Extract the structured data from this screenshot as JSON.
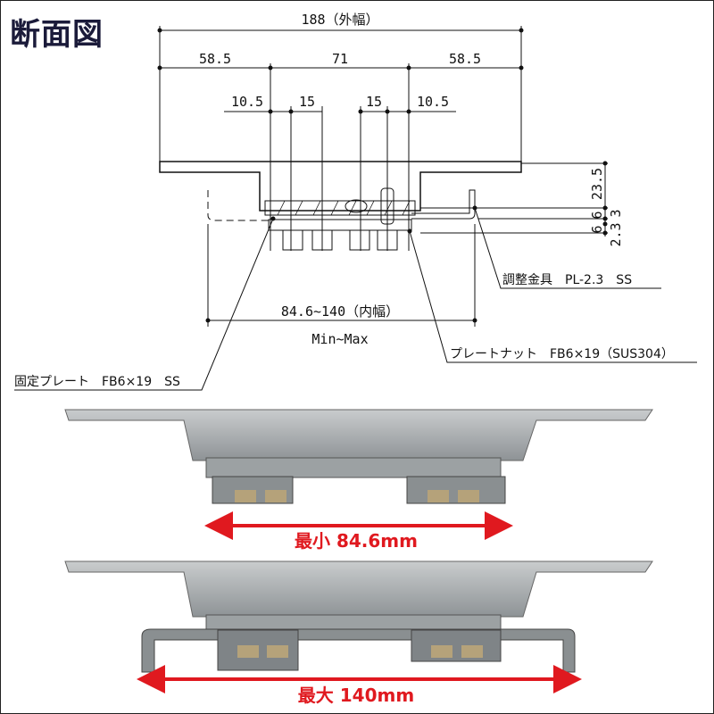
{
  "title": "断面図",
  "dimensions": {
    "outer_width": "188（外幅）",
    "left_span": "58.5",
    "center_span": "71",
    "right_span": "58.5",
    "left_offset": "10.5",
    "left_pitch": "15",
    "right_pitch": "15",
    "right_offset": "10.5",
    "vertical_top": "23.5",
    "vertical_a": "6",
    "vertical_b": "6",
    "vertical_c": "3",
    "vertical_d": "2.3",
    "inner_width": "84.6~140（内幅）",
    "range_note": "Min~Max"
  },
  "callouts": {
    "adjuster": "調整金具　PL-2.3　SS",
    "plate_nut": "プレートナット　FB6×19（SUS304）",
    "fixed_plate": "固定プレート　FB6×19　SS"
  },
  "photos": {
    "min_label": "最小 84.6mm",
    "max_label": "最大 140mm"
  },
  "colors": {
    "accent": "#e0191f",
    "metal": "#a9adb0"
  }
}
